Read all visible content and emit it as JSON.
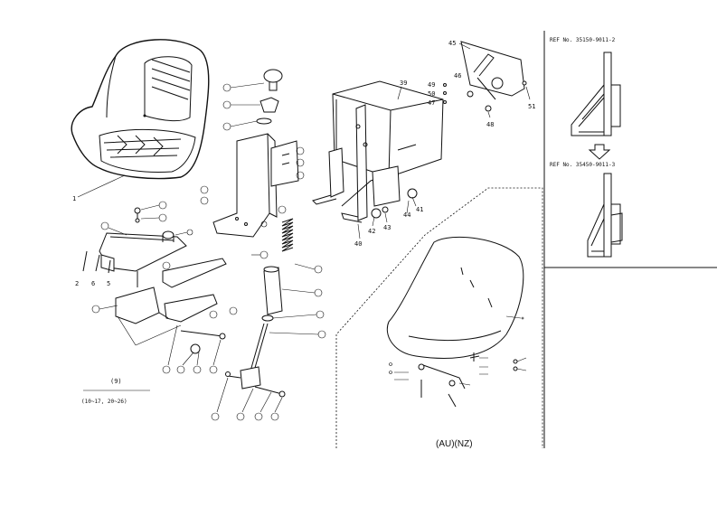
{
  "callouts": {
    "c1": "1",
    "c2": "2",
    "c5": "5",
    "c6": "6",
    "c39": "39",
    "c40": "40",
    "c41": "41",
    "c42": "42",
    "c43": "43",
    "c44": "44",
    "c45": "45",
    "c46": "46",
    "c47": "47",
    "c48": "48",
    "c49": "49",
    "c50": "50",
    "c51": "51",
    "c9": "9"
  },
  "group_note": {
    "top": "(9)",
    "bottom": "(10~17, 20~26)"
  },
  "region_caption": "(AU)(NZ)",
  "ref_top": "REF No. 35150-9011-2",
  "ref_bottom": "REF No. 35450-9011-3",
  "icons": [
    "seat-icon",
    "arrow-down-icon"
  ]
}
